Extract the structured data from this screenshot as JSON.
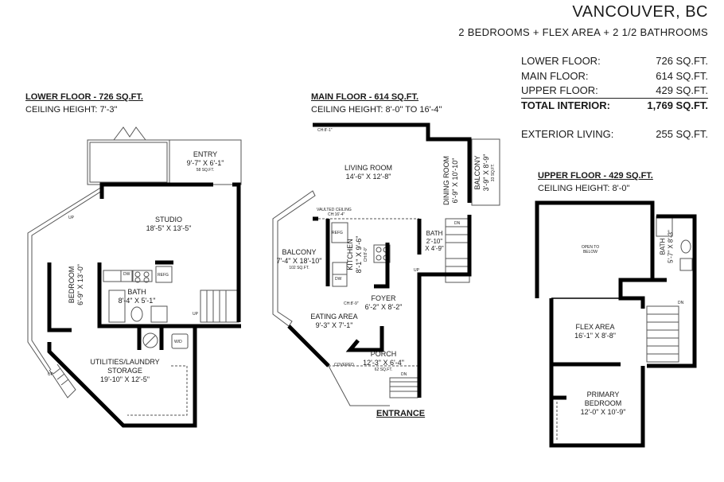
{
  "header": {
    "title": "VANCOUVER, BC",
    "subtitle": "2 BEDROOMS + FLEX AREA + 2 1/2 BATHROOMS"
  },
  "summary": [
    {
      "label": "LOWER FLOOR:",
      "value": "726 SQ.FT."
    },
    {
      "label": "MAIN FLOOR:",
      "value": "614 SQ.FT."
    },
    {
      "label": "UPPER FLOOR:",
      "value": "429 SQ.FT."
    },
    {
      "label": "TOTAL INTERIOR:",
      "value": "1,769 SQ.FT."
    },
    {
      "label": "EXTERIOR LIVING:",
      "value": "255 SQ.FT."
    }
  ],
  "lower_floor": {
    "title": "LOWER FLOOR - 726 SQ.FT.",
    "ceiling": "CEILING HEIGHT: 7'-3\"",
    "rooms": {
      "entry": {
        "name": "ENTRY",
        "dims": "9'-7\" X 6'-1\"",
        "area": "58 SQ.FT."
      },
      "studio": {
        "name": "STUDIO",
        "dims": "18'-5\" X 13'-5\""
      },
      "bedroom": {
        "name": "BEDROOM",
        "dims": "6'-9\" X 13'-0\""
      },
      "bath": {
        "name": "BATH",
        "dims": "8'-4\" X 5'-1\""
      },
      "utilities": {
        "name": "UTILITIES/LAUNDRY",
        "name2": "STORAGE",
        "dims": "19'-10\" X 12'-5\""
      }
    },
    "labels": {
      "dw": "DW",
      "refg": "REFG",
      "wd": "W/D",
      "up1": "UP",
      "up2": "UP",
      "up3": "UP"
    }
  },
  "main_floor": {
    "title": "MAIN FLOOR - 614 SQ.FT.",
    "ceiling": "CEILING HEIGHT: 8'-0\" TO 16'-4\"",
    "rooms": {
      "living": {
        "name": "LIVING ROOM",
        "dims": "14'-6\" X 12'-8\""
      },
      "dining": {
        "name": "DINING ROOM",
        "dims": "6'-9\" X 10'-10\""
      },
      "balcony_right": {
        "name": "BALCONY",
        "dims": "3'-9\" X 8'-9\"",
        "area": "33 SQ.FT."
      },
      "balcony_left": {
        "name": "BALCONY",
        "dims": "7'-4\" X 18'-10\"",
        "area": "102 SQ.FT."
      },
      "kitchen": {
        "name": "KITCHEN",
        "dims": "8'-1\" X 9'-6\"",
        "ch": "CH:8'-0\""
      },
      "bath": {
        "name": "BATH",
        "dims": "2'-10\"",
        "dims2": "X 4'-9\""
      },
      "foyer": {
        "name": "FOYER",
        "dims": "6'-2\" X 8'-2\""
      },
      "eating": {
        "name": "EATING AREA",
        "dims": "9'-3\" X 7'-1\""
      },
      "porch": {
        "name": "PORCH",
        "dims": "12'-3\" X 6'-4\"",
        "area": "62 SQ.FT.",
        "covered": "COVERED"
      }
    },
    "labels": {
      "ch_living": "CH:8'-1\"",
      "vaulted": "VAULTED CEILING",
      "vaulted_ch": "CH:16'-4\"",
      "ch_foyer": "CH:8'-9\"",
      "refg": "REFG",
      "dw": "DW",
      "dn1": "DN",
      "dn2": "DN",
      "up": "UP"
    },
    "entrance": "ENTRANCE"
  },
  "upper_floor": {
    "title": "UPPER FLOOR - 429 SQ.FT.",
    "ceiling": "CEILING HEIGHT: 8'-0\"",
    "rooms": {
      "open": {
        "name": "OPEN TO",
        "name2": "BELOW"
      },
      "bath": {
        "name": "BATH",
        "dims": "5'-7\" X 8'-3\""
      },
      "flex": {
        "name": "FLEX AREA",
        "dims": "16'-1\" X 8'-8\""
      },
      "primary": {
        "name": "PRIMARY",
        "name2": "BEDROOM",
        "dims": "12'-0\" X 10'-9\""
      }
    },
    "labels": {
      "dn": "DN"
    }
  }
}
